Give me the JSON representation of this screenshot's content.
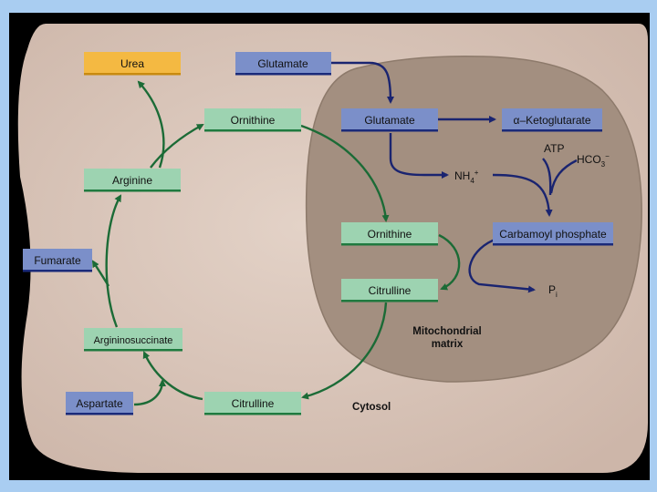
{
  "regions": {
    "cytosol": "Cytosol",
    "matrix_line1": "Mitochondrial",
    "matrix_line2": "matrix"
  },
  "boxes": {
    "urea": "Urea",
    "glutamate_cytosol": "Glutamate",
    "ornithine_cytosol": "Ornithine",
    "glutamate_matrix": "Glutamate",
    "ketoglutarate": "α–Ketoglutarate",
    "arginine": "Arginine",
    "fumarate": "Fumarate",
    "ornithine_matrix": "Ornithine",
    "carbamoyl_phosphate": "Carbamoyl phosphate",
    "citrulline_matrix": "Citrulline",
    "argininosuccinate": "Argininosuccinate",
    "aspartate": "Aspartate",
    "citrulline_cytosol": "Citrulline"
  },
  "species": {
    "atp": "ATP",
    "nh4": "NH",
    "nh4_sub": "4",
    "nh4_sup": "+",
    "hco3": "HCO",
    "hco3_sub": "3",
    "hco3_sup": "−",
    "pi": "P",
    "pi_sub": "i"
  },
  "colors": {
    "background": "#a9cdf1",
    "cytosol": "#d4bfb3",
    "matrix": "#a38f80",
    "green_box": "#9dd3b1",
    "green_line": "#1f7a3f",
    "blue_box": "#7b8fc9",
    "blue_line": "#1a2a7a",
    "orange_box": "#f4b942",
    "orange_line": "#c88a10",
    "green_arrow": "#1b6b36",
    "blue_arrow": "#1a2470"
  }
}
